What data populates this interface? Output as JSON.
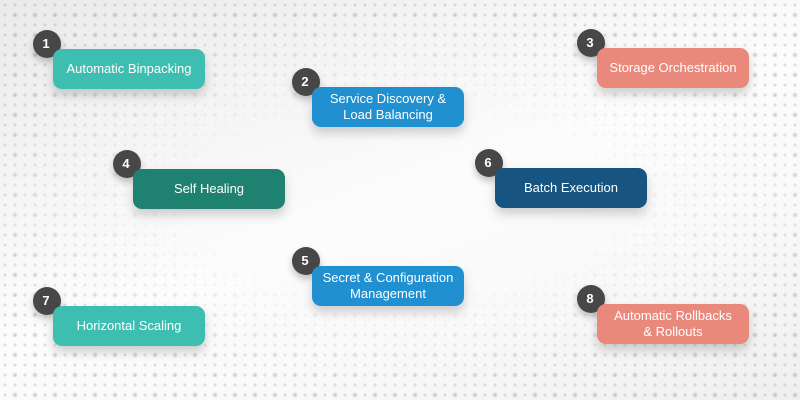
{
  "diagram": {
    "description": "Eight numbered feature buttons",
    "button_text_color": "#ffffff"
  },
  "badge": {
    "background": "#474747",
    "text_color": "#ffffff"
  },
  "background": {
    "base": "#f6f6f6",
    "dot_color": "#d9d9d9"
  },
  "features": [
    {
      "number": "1",
      "label_lines": [
        "Automatic Binpacking"
      ],
      "color": "#3ebeb1"
    },
    {
      "number": "2",
      "label_lines": [
        "Service Discovery &",
        "Load Balancing"
      ],
      "color": "#2090d1"
    },
    {
      "number": "3",
      "label_lines": [
        "Storage Orchestration"
      ],
      "color": "#e8897c"
    },
    {
      "number": "4",
      "label_lines": [
        "Self Healing"
      ],
      "color": "#1f8270"
    },
    {
      "number": "5",
      "label_lines": [
        "Secret & Configuration",
        "Management"
      ],
      "color": "#2090d1"
    },
    {
      "number": "6",
      "label_lines": [
        "Batch Execution"
      ],
      "color": "#175480"
    },
    {
      "number": "7",
      "label_lines": [
        "Horizontal Scaling"
      ],
      "color": "#3ebeb1"
    },
    {
      "number": "8",
      "label_lines": [
        "Automatic Rollbacks",
        "& Rollouts"
      ],
      "color": "#e8897c"
    }
  ]
}
